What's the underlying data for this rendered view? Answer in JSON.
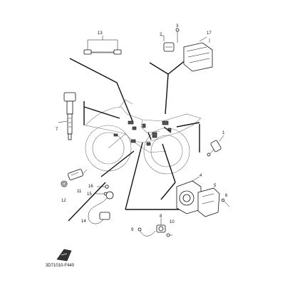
{
  "diagram": {
    "reference_code": "3D71010-F440",
    "callouts": [
      "1",
      "2",
      "3",
      "4",
      "5",
      "6",
      "7",
      "8",
      "9",
      "10",
      "11",
      "12",
      "13",
      "14",
      "15",
      "16",
      "17"
    ]
  }
}
